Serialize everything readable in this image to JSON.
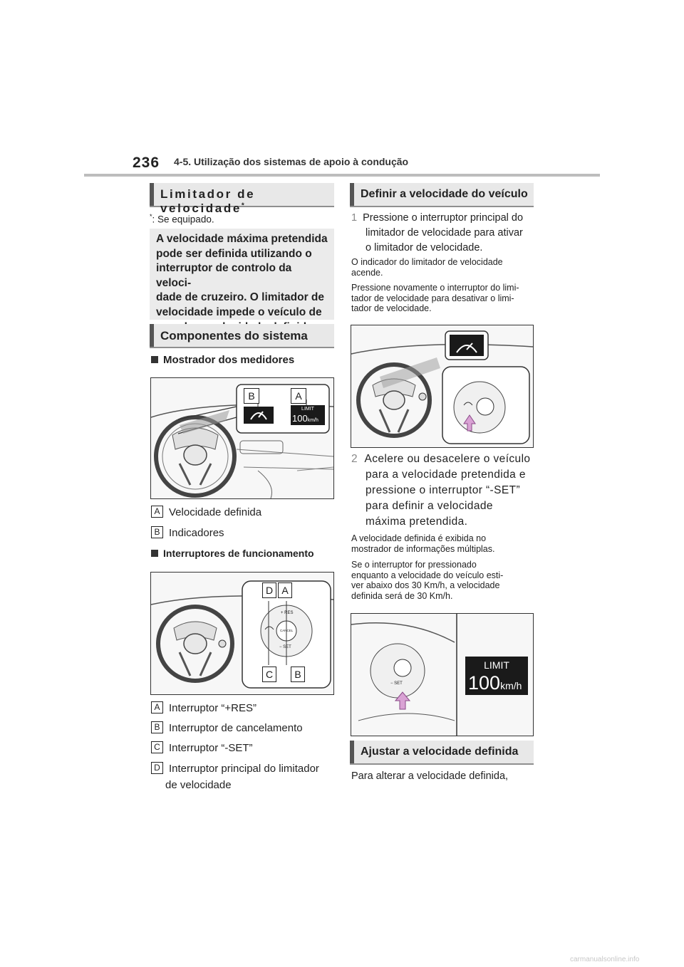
{
  "header": {
    "page_number": "236",
    "chapter": "4-5. Utilização dos sistemas de apoio à condução"
  },
  "left": {
    "section_title": "Limitador de velocidade",
    "section_mark": "*",
    "footnote_mark": "*",
    "footnote": ": Se equipado.",
    "summary": [
      "A velocidade máxima pretendida",
      "pode ser definida utilizando o",
      "interruptor de controlo da veloci-",
      "dade de cruzeiro. O limitador de",
      "velocidade impede o veículo de",
      "exceder a velocidade definida."
    ],
    "components_title": "Componentes do sistema",
    "gauge_heading": "Mostrador dos medidores",
    "gauge_figure": {
      "callouts": [
        "B",
        "A"
      ],
      "limit_label": "LIMIT",
      "limit_value": "100",
      "limit_unit": "km/h"
    },
    "gauge_legend": [
      {
        "key": "A",
        "text": "Velocidade definida"
      },
      {
        "key": "B",
        "text": "Indicadores"
      }
    ],
    "switch_heading": "Interruptores de funcionamento",
    "switch_figure": {
      "callouts_top": [
        "D",
        "A"
      ],
      "callouts_bottom": [
        "C",
        "B"
      ],
      "res": "RES",
      "cancel": "CANCEL",
      "set": "SET"
    },
    "switch_legend": [
      {
        "key": "A",
        "text": "Interruptor “+RES”"
      },
      {
        "key": "B",
        "text": "Interruptor de cancelamento"
      },
      {
        "key": "C",
        "text": "Interruptor “-SET”"
      },
      {
        "key": "D",
        "text": "Interruptor principal do limitador",
        "text2": "de velocidade"
      }
    ]
  },
  "right": {
    "set_title": "Definir a velocidade do veículo",
    "step1_num": "1",
    "step1": [
      "Pressione o interruptor principal do",
      "limitador de velocidade para ativar",
      "o limitador de velocidade."
    ],
    "step1_note1": [
      "O indicador do limitador de velocidade",
      "acende."
    ],
    "step1_note2": [
      "Pressione novamente o interruptor do limi-",
      "tador de velocidade para desativar o limi-",
      "tador de velocidade."
    ],
    "step2_num": "2",
    "step2": [
      "Acelere ou desacelere o veículo",
      "para a velocidade pretendida e",
      "pressione o interruptor “-SET”",
      "para definir a velocidade",
      "máxima pretendida."
    ],
    "step2_note1": [
      "A velocidade definida é exibida no",
      "mostrador de informações múltiplas."
    ],
    "step2_note2": [
      "Se o interruptor for pressionado",
      "enquanto a velocidade do veículo esti-",
      "ver abaixo dos 30 Km/h, a velocidade",
      "definida será de 30 Km/h."
    ],
    "set_figure": {
      "set_label": "SET",
      "limit_label": "LIMIT",
      "limit_value": "100",
      "limit_unit": "km/h"
    },
    "adjust_title": "Ajustar a velocidade definida",
    "adjust_text": "Para alterar a velocidade definida,"
  },
  "watermark": "carmanualsonline.info"
}
